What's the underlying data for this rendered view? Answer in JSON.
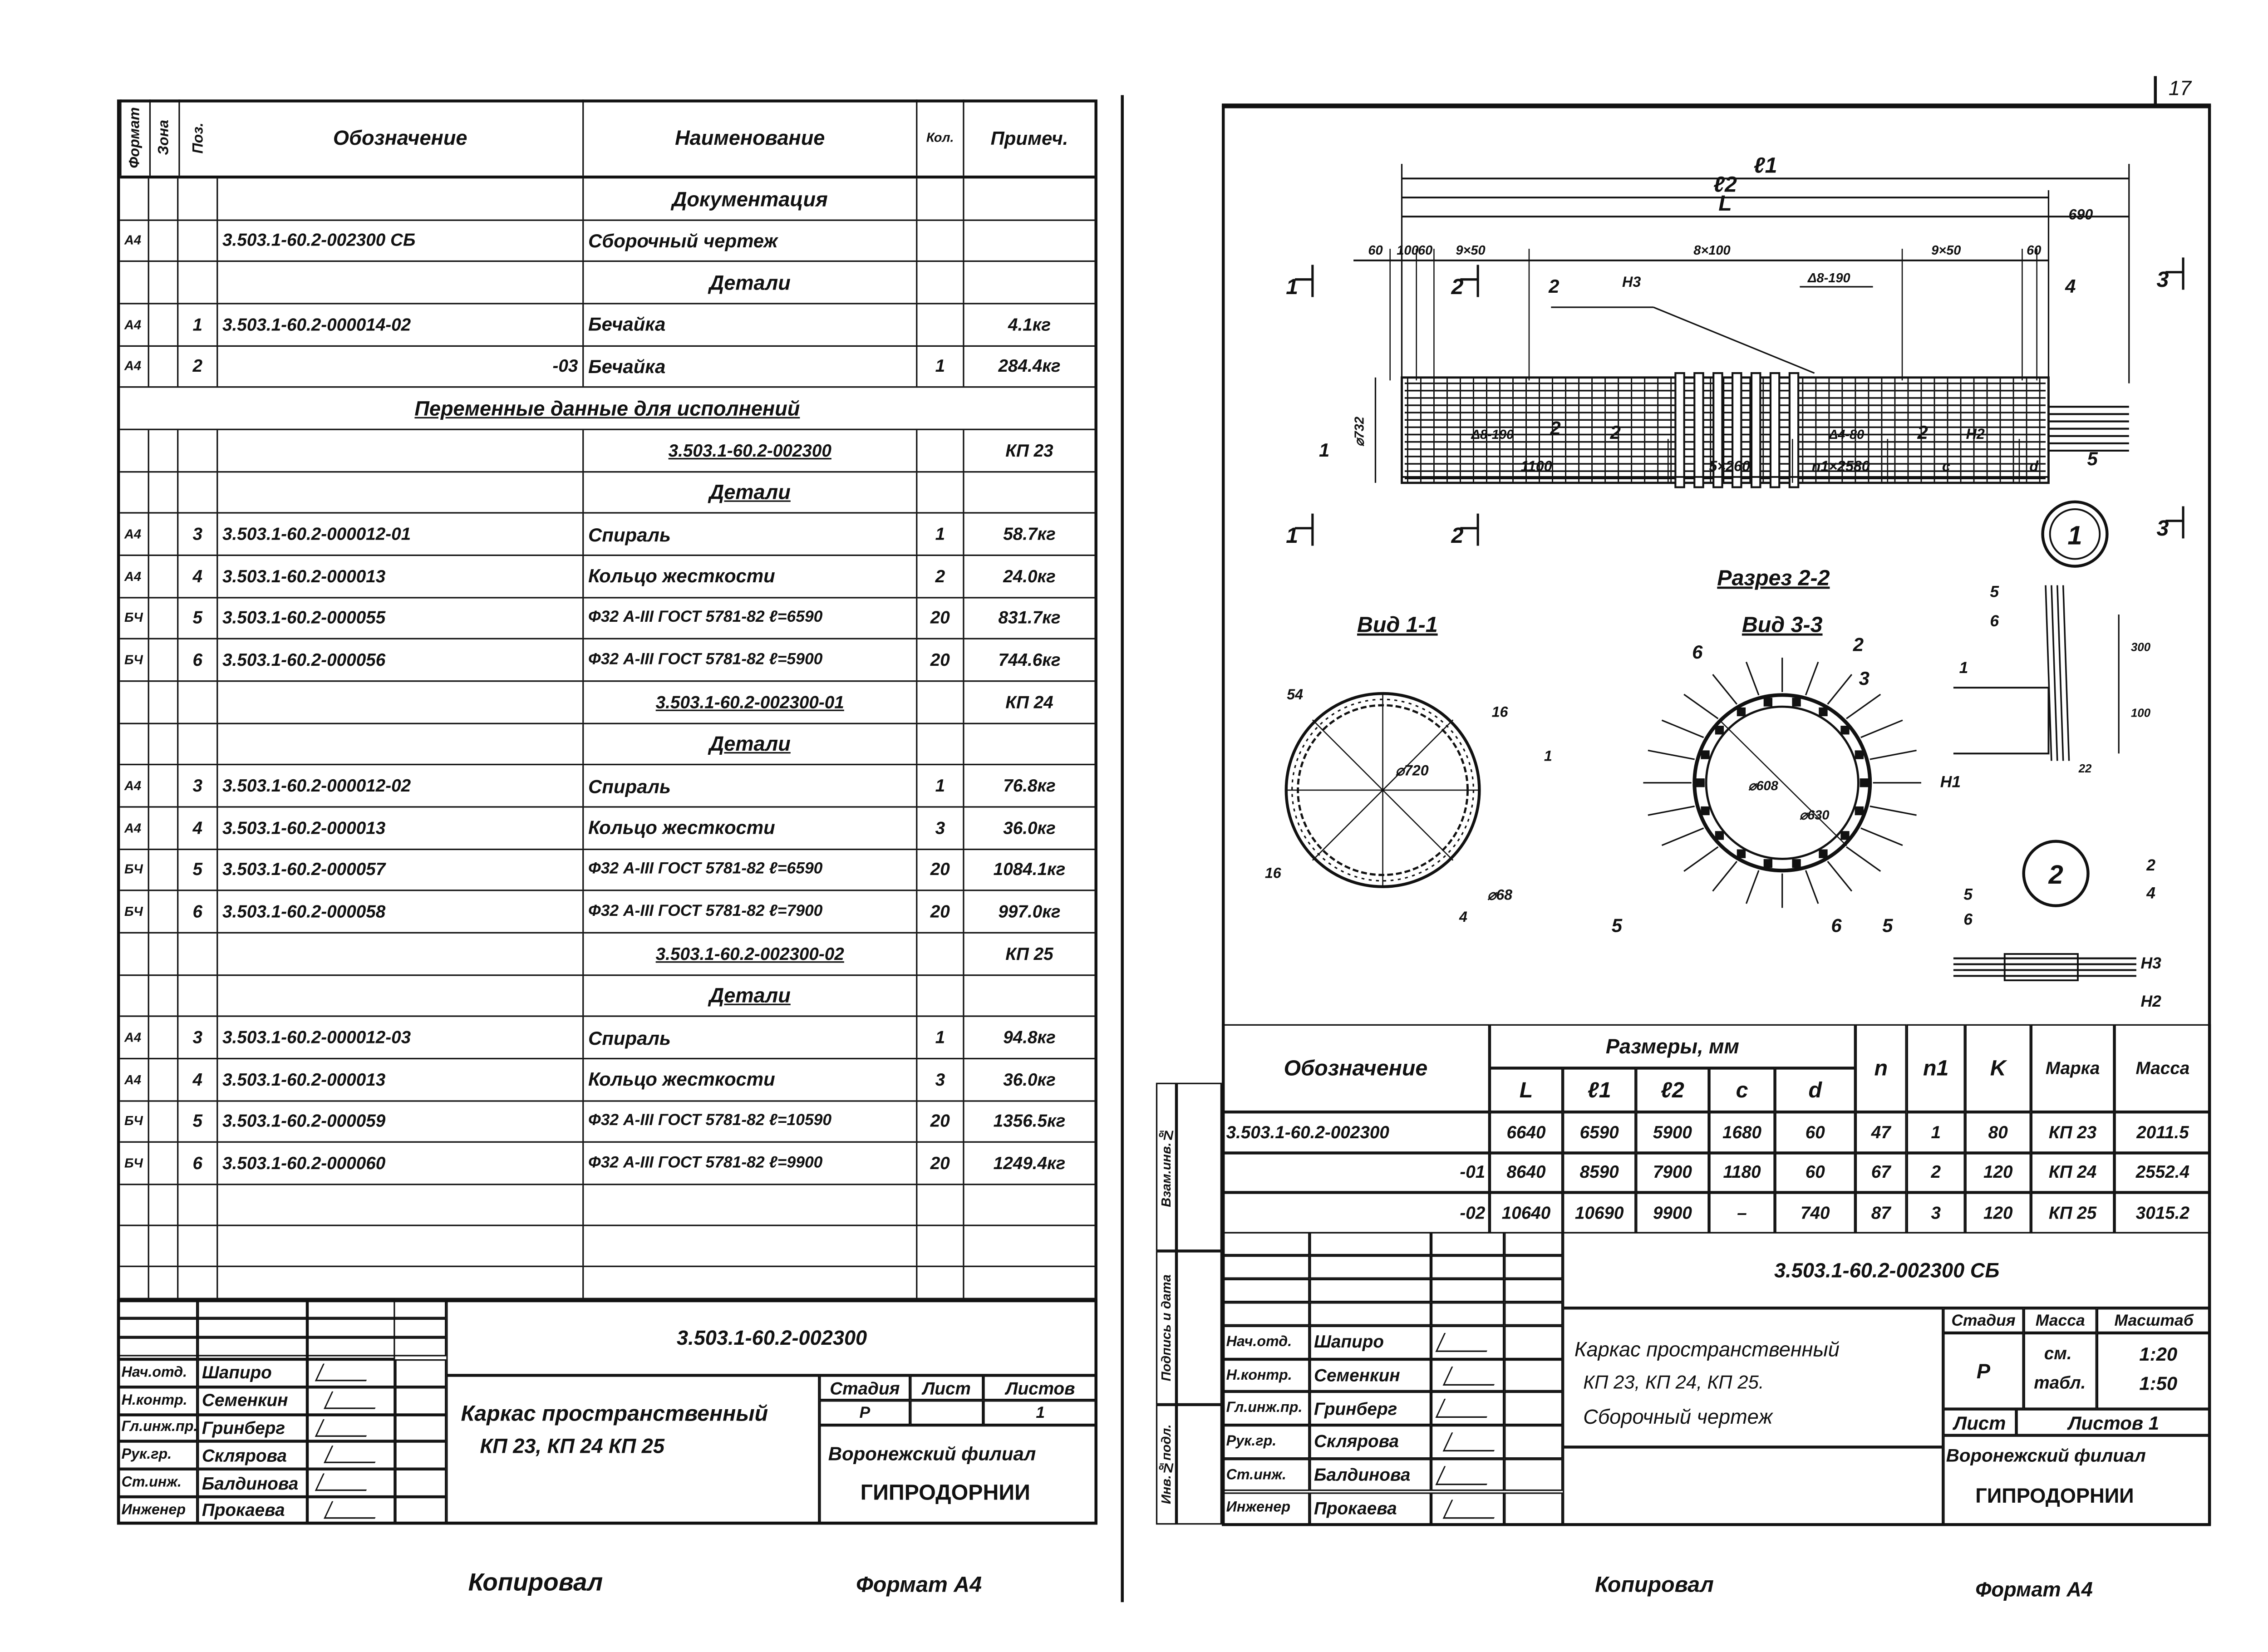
{
  "page_number": "17",
  "left_sheet": {
    "spec_header": [
      "Формат",
      "Зона",
      "Поз.",
      "Обозначение",
      "Наименование",
      "Кол.",
      "Примеч."
    ],
    "spec_rows": [
      {
        "type": "section",
        "name": "Документация"
      },
      {
        "format": "А4",
        "pos": "",
        "designation": "3.503.1-60.2-002300 СБ",
        "name": "Сборочный чертеж",
        "qty": "",
        "note": ""
      },
      {
        "type": "section",
        "name": "Детали"
      },
      {
        "format": "А4",
        "pos": "1",
        "designation": "3.503.1-60.2-000014-02",
        "name": "Бечайка",
        "qty": "",
        "note": "4.1кг"
      },
      {
        "format": "А4",
        "pos": "2",
        "designation": "-03",
        "name": "Бечайка",
        "qty": "1",
        "note": "284.4кг"
      },
      {
        "type": "full",
        "name": "Переменные данные для исполнений"
      },
      {
        "type": "variant",
        "name": "3.503.1-60.2-002300",
        "note": "КП 23"
      },
      {
        "type": "section",
        "name": "Детали"
      },
      {
        "format": "А4",
        "pos": "3",
        "designation": "3.503.1-60.2-000012-01",
        "name": "Спираль",
        "qty": "1",
        "note": "58.7кг"
      },
      {
        "format": "А4",
        "pos": "4",
        "designation": "3.503.1-60.2-000013",
        "name": "Кольцо жесткости",
        "qty": "2",
        "note": "24.0кг"
      },
      {
        "format": "БЧ",
        "pos": "5",
        "designation": "3.503.1-60.2-000055",
        "name": "Ф32 А-III ГОСТ 5781-82 ℓ=6590",
        "qty": "20",
        "note": "831.7кг"
      },
      {
        "format": "БЧ",
        "pos": "6",
        "designation": "3.503.1-60.2-000056",
        "name": "Ф32 А-III ГОСТ 5781-82 ℓ=5900",
        "qty": "20",
        "note": "744.6кг"
      },
      {
        "type": "variant",
        "name": "3.503.1-60.2-002300-01",
        "note": "КП 24"
      },
      {
        "type": "section",
        "name": "Детали"
      },
      {
        "format": "А4",
        "pos": "3",
        "designation": "3.503.1-60.2-000012-02",
        "name": "Спираль",
        "qty": "1",
        "note": "76.8кг"
      },
      {
        "format": "А4",
        "pos": "4",
        "designation": "3.503.1-60.2-000013",
        "name": "Кольцо жесткости",
        "qty": "3",
        "note": "36.0кг"
      },
      {
        "format": "БЧ",
        "pos": "5",
        "designation": "3.503.1-60.2-000057",
        "name": "Ф32 А-III ГОСТ 5781-82 ℓ=6590",
        "qty": "20",
        "note": "1084.1кг"
      },
      {
        "format": "БЧ",
        "pos": "6",
        "designation": "3.503.1-60.2-000058",
        "name": "Ф32 А-III ГОСТ 5781-82 ℓ=7900",
        "qty": "20",
        "note": "997.0кг"
      },
      {
        "type": "variant",
        "name": "3.503.1-60.2-002300-02",
        "note": "КП 25"
      },
      {
        "type": "section",
        "name": "Детали"
      },
      {
        "format": "А4",
        "pos": "3",
        "designation": "3.503.1-60.2-000012-03",
        "name": "Спираль",
        "qty": "1",
        "note": "94.8кг"
      },
      {
        "format": "А4",
        "pos": "4",
        "designation": "3.503.1-60.2-000013",
        "name": "Кольцо жесткости",
        "qty": "3",
        "note": "36.0кг"
      },
      {
        "format": "БЧ",
        "pos": "5",
        "designation": "3.503.1-60.2-000059",
        "name": "Ф32 А-III ГОСТ 5781-82 ℓ=10590",
        "qty": "20",
        "note": "1356.5кг"
      },
      {
        "format": "БЧ",
        "pos": "6",
        "designation": "3.503.1-60.2-000060",
        "name": "Ф32 А-III ГОСТ 5781-82 ℓ=9900",
        "qty": "20",
        "note": "1249.4кг"
      }
    ],
    "title_block": {
      "designation": "3.503.1-60.2-002300",
      "staff": [
        {
          "role": "Нач.отд.",
          "name": "Шапиро"
        },
        {
          "role": "Н.контр.",
          "name": "Семенкин"
        },
        {
          "role": "Гл.инж.пр.",
          "name": "Гринберг"
        },
        {
          "role": "Рук.гр.",
          "name": "Склярова"
        },
        {
          "role": "Ст.инж.",
          "name": "Балдинова"
        },
        {
          "role": "Инженер",
          "name": "Прокаева"
        }
      ],
      "title_line1": "Каркас пространственный",
      "title_line2": "КП 23, КП 24  КП 25",
      "stage_label": "Стадия",
      "sheet_label": "Лист",
      "sheets_label": "Листов",
      "stage": "Р",
      "sheet": "",
      "sheets": "1",
      "org1": "Воронежский филиал",
      "org2": "ГИПРОДОРНИИ"
    },
    "copied": "Копировал",
    "format": "Формат А4"
  },
  "right_sheet": {
    "side_stamp": [
      "Инв.№подл.",
      "Подпись и дата",
      "Взам.инв.№"
    ],
    "drawing": {
      "dims": {
        "l1": "ℓ1",
        "l2": "ℓ2",
        "L": "L",
        "d690": "690",
        "d60a": "60",
        "d100": "100",
        "d60b": "60",
        "d9x50a": "9×50",
        "d8x100": "8×100",
        "d9x50b": "9×50",
        "d60c": "60",
        "dia": "⌀732",
        "d1100": "1100",
        "d5x260": "5×260",
        "dn1": "n1×2580",
        "dc": "c",
        "dd": "d",
        "sp1": "Δ8-190",
        "sp2": "Δ8-190",
        "sp3": "Δ4-80",
        "h3": "Н3",
        "h2": "Н2"
      },
      "section_marks": [
        "1",
        "1",
        "2",
        "2",
        "3",
        "3"
      ],
      "pos_labels": [
        "1",
        "2",
        "2",
        "4",
        "5",
        "2",
        "2"
      ],
      "view1_title": "Вид 1-1",
      "section22_title": "Разрез 2-2",
      "view3_title": "Вид 3-3",
      "view1_labels": [
        "⌀720",
        "54",
        "16",
        "16",
        "1",
        "4",
        "⌀68"
      ],
      "view3_labels": [
        "⌀608",
        "⌀630",
        "6",
        "2",
        "3",
        "5",
        "6",
        "5"
      ],
      "node1": "1",
      "node2": "2",
      "node1_labels": [
        "5",
        "6",
        "1",
        "Н1",
        "300",
        "100",
        "22"
      ],
      "node2_labels": [
        "5",
        "6",
        "2",
        "4",
        "Н3",
        "Н2"
      ]
    },
    "table": {
      "col_designation": "Обозначение",
      "group": "Размеры, мм",
      "cols": [
        "L",
        "ℓ1",
        "ℓ2",
        "c",
        "d",
        "n",
        "n1",
        "K",
        "Марка",
        "Масса"
      ],
      "rows": [
        [
          "3.503.1-60.2-002300",
          "6640",
          "6590",
          "5900",
          "1680",
          "60",
          "47",
          "1",
          "80",
          "КП 23",
          "2011.5"
        ],
        [
          "-01",
          "8640",
          "8590",
          "7900",
          "1180",
          "60",
          "67",
          "2",
          "120",
          "КП 24",
          "2552.4"
        ],
        [
          "-02",
          "10640",
          "10690",
          "9900",
          "–",
          "740",
          "87",
          "3",
          "120",
          "КП 25",
          "3015.2"
        ]
      ]
    },
    "title_block": {
      "designation": "3.503.1-60.2-002300 СБ",
      "staff": [
        {
          "role": "Нач.отд.",
          "name": "Шапиро"
        },
        {
          "role": "Н.контр.",
          "name": "Семенкин"
        },
        {
          "role": "Гл.инж.пр.",
          "name": "Гринберг"
        },
        {
          "role": "Рук.гр.",
          "name": "Склярова"
        },
        {
          "role": "Ст.инж.",
          "name": "Балдинова"
        },
        {
          "role": "Инженер",
          "name": "Прокаева"
        }
      ],
      "title_line1": "Каркас пространственный",
      "title_line2": "КП 23, КП 24, КП 25.",
      "title_line3": "Сборочный чертеж",
      "stage_label": "Стадия",
      "mass_label": "Масса",
      "scale_label": "Масштаб",
      "stage": "Р",
      "mass1": "см.",
      "mass2": "табл.",
      "scale1": "1:20",
      "scale2": "1:50",
      "sheet_label": "Лист",
      "sheets_label": "Листов 1",
      "org1": "Воронежский филиал",
      "org2": "ГИПРОДОРНИИ"
    },
    "copied": "Копировал",
    "format": "Формат А4"
  }
}
